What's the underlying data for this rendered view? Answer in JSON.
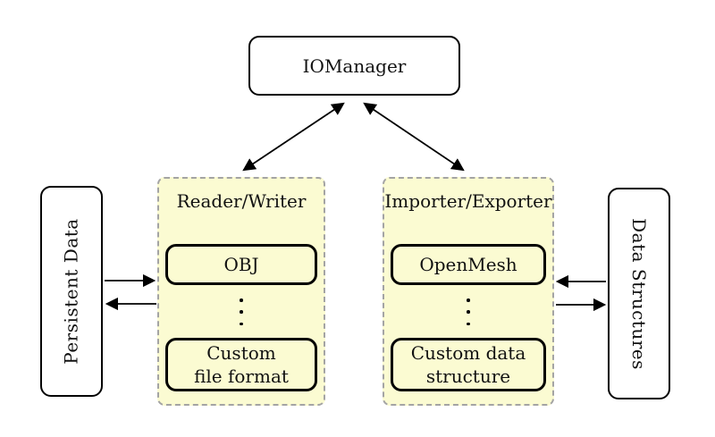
{
  "colors": {
    "background": "#ffffff",
    "panel_fill": "#fbfbd2",
    "panel_border": "#a4a4a4",
    "line": "#000000"
  },
  "nodes": {
    "iomanager": {
      "label": "IOManager"
    },
    "persistent_data": {
      "label": "Persistent Data"
    },
    "data_structures": {
      "label": "Data Structures"
    },
    "reader_writer": {
      "label": "Reader/Writer",
      "items": [
        {
          "line1": "OBJ",
          "line2": ""
        },
        {
          "line1": "Custom",
          "line2": "file format"
        }
      ]
    },
    "importer_exporter": {
      "label": "Importer/Exporter",
      "items": [
        {
          "line1": "OpenMesh",
          "line2": ""
        },
        {
          "line1": "Custom data",
          "line2": "structure"
        }
      ]
    }
  },
  "edges": [
    {
      "from": "IOManager",
      "to": "Reader/Writer",
      "type": "bidirectional"
    },
    {
      "from": "IOManager",
      "to": "Importer/Exporter",
      "type": "bidirectional"
    },
    {
      "from": "Persistent Data",
      "to": "Reader/Writer",
      "type": "arrow"
    },
    {
      "from": "Reader/Writer",
      "to": "Persistent Data",
      "type": "arrow"
    },
    {
      "from": "Data Structures",
      "to": "Importer/Exporter",
      "type": "arrow"
    },
    {
      "from": "Importer/Exporter",
      "to": "Data Structures",
      "type": "arrow"
    }
  ]
}
